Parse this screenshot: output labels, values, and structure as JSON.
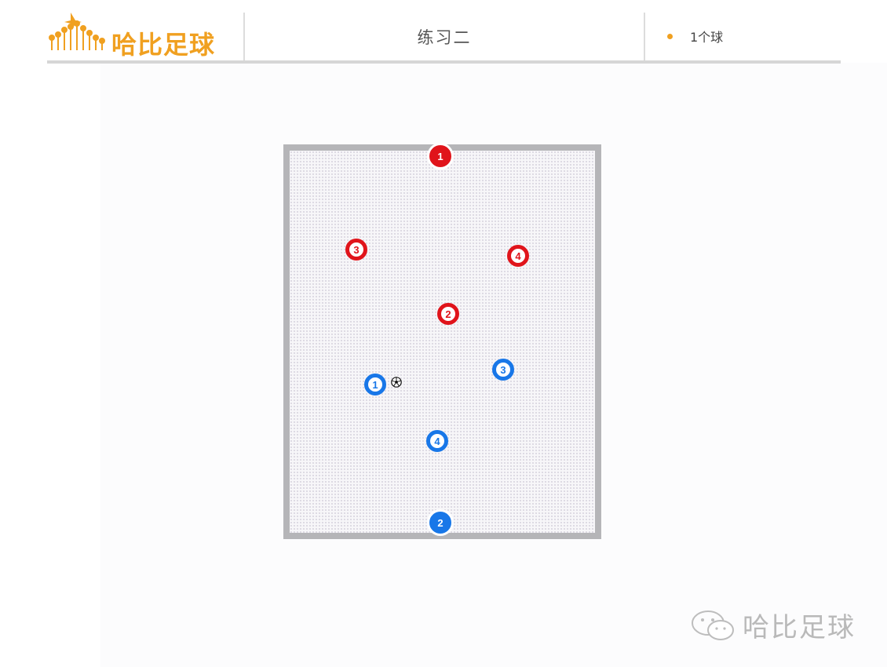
{
  "header": {
    "logo_text": "哈比足球",
    "title": "练习二",
    "legend_label": "1个球",
    "accent_color": "#f0a020"
  },
  "field": {
    "background": "#f7f6f9",
    "border_color": "#b5b5b8"
  },
  "players": {
    "red": [
      {
        "label": "1",
        "role": "goalkeeper"
      },
      {
        "label": "2"
      },
      {
        "label": "3"
      },
      {
        "label": "4"
      }
    ],
    "blue": [
      {
        "label": "1",
        "has_ball": true
      },
      {
        "label": "2",
        "role": "goalkeeper"
      },
      {
        "label": "3"
      },
      {
        "label": "4"
      }
    ],
    "red_color": "#e0141b",
    "blue_color": "#1877e8"
  },
  "ball": {
    "icon": "soccer-ball-icon"
  },
  "watermark": {
    "text": "哈比足球",
    "icon": "wechat-icon"
  }
}
